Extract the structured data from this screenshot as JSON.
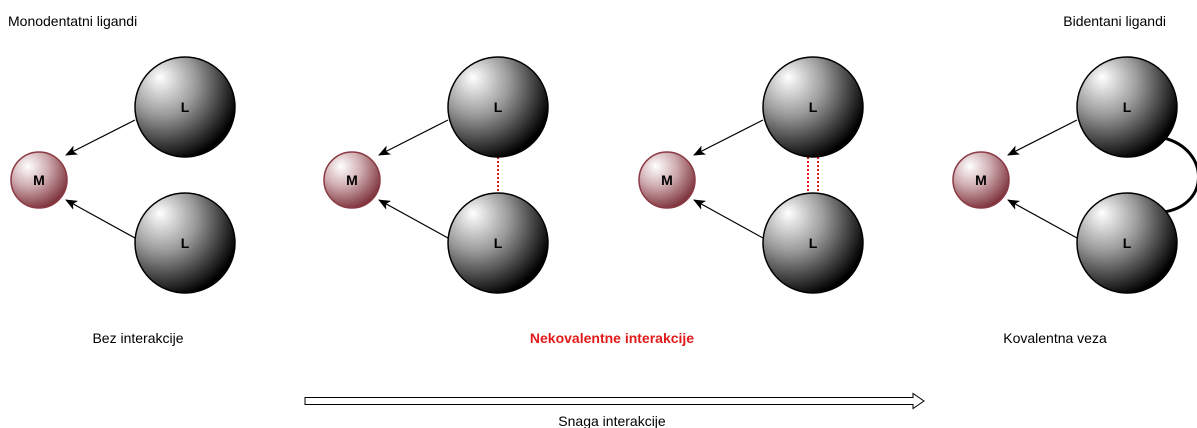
{
  "labels": {
    "top_left": "Monodentatni ligandi",
    "top_right": "Bidentani ligandi",
    "panel_1": "Bez interakcije",
    "panel_2": "Nekovalentne interakcije",
    "panel_4": "Kovalentna veza",
    "axis": "Snaga interakcije"
  },
  "symbols": {
    "metal": "M",
    "ligand": "L"
  },
  "colors": {
    "metal_fill": "#8b3a44",
    "ligand_fill": "#000000",
    "interaction_line": "#e11a1a",
    "highlight_text": "#e11a1a"
  },
  "panels": [
    {
      "interaction": "none"
    },
    {
      "interaction": "single-dashed"
    },
    {
      "interaction": "double-dashed"
    },
    {
      "interaction": "covalent-arc"
    }
  ]
}
